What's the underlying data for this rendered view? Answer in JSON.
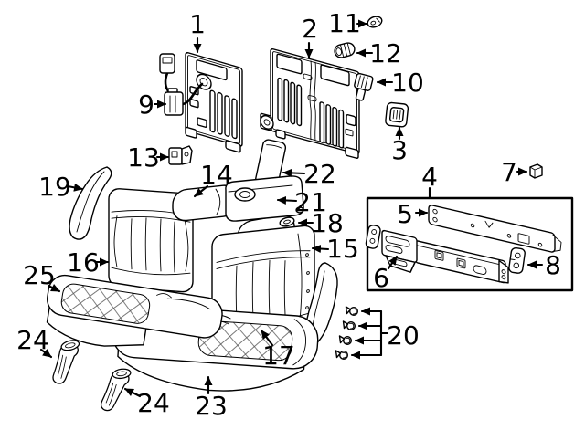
{
  "diagram": {
    "kind": "exploded-parts-line-diagram",
    "subject": "rear seat components",
    "background_color": "#ffffff",
    "line_color": "#000000",
    "group_box_parts": [
      "4",
      "5",
      "6",
      "8"
    ],
    "group_20_fastener_count": 4
  },
  "callouts": {
    "1": "1",
    "2": "2",
    "3": "3",
    "4": "4",
    "5": "5",
    "6": "6",
    "7": "7",
    "8": "8",
    "9": "9",
    "10": "10",
    "11": "11",
    "12": "12",
    "13": "13",
    "14": "14",
    "15": "15",
    "16": "16",
    "17": "17",
    "18": "18",
    "19": "19",
    "20": "20",
    "21": "21",
    "22": "22",
    "23": "23",
    "24a": "24",
    "24b": "24",
    "25": "25"
  }
}
